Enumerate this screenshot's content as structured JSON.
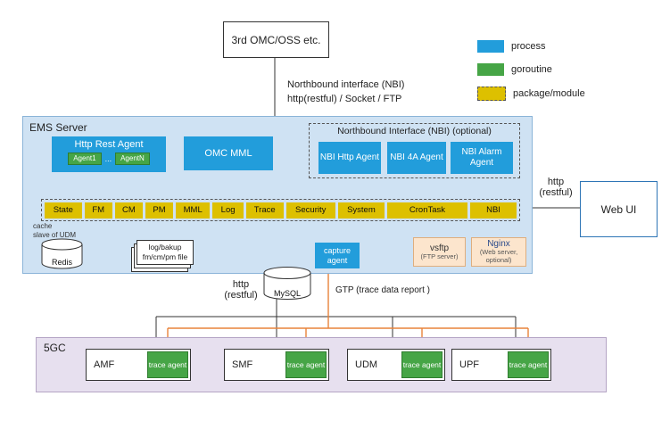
{
  "colors": {
    "process_blue": "#229ddb",
    "goroutine_green": "#46a546",
    "package_yellow": "#ddc000",
    "gtp_orange": "#e8833a",
    "ems_background": "#cfe2f3",
    "core_background": "#e7e0ef",
    "server_box_orange": "#fce5cd"
  },
  "top_box": {
    "label": "3rd OMC/OSS etc."
  },
  "legend": {
    "items": [
      {
        "type": "process",
        "label": "process"
      },
      {
        "type": "goroutine",
        "label": "goroutine"
      },
      {
        "type": "package",
        "label": "package/module"
      }
    ]
  },
  "nbi_link": {
    "line1": "Northbound interface (NBI)",
    "line2": "http(restful) / Socket / FTP"
  },
  "ems": {
    "title": "EMS Server",
    "http_rest_agent": {
      "label": "Http Rest Agent",
      "agents": [
        "Agent1",
        "...",
        "AgentN"
      ]
    },
    "omc_mml": "OMC MML",
    "nbi_group": {
      "title": "Northbound Interface (NBI)  (optional)",
      "agents": [
        "NBI Http Agent",
        "NBI 4A Agent",
        "NBI Alarm Agent"
      ]
    },
    "modules": [
      "State",
      "FM",
      "CM",
      "PM",
      "MML",
      "Log",
      "Trace",
      "Security",
      "System",
      "CronTask",
      "NBI"
    ],
    "redis": {
      "label": "Redis",
      "note": "cache\nslave of UDM"
    },
    "files": {
      "line1": "log/bakup",
      "line2": "fm/cm/pm file"
    },
    "mysql": {
      "label": "MySQL"
    },
    "capture_agent": {
      "label": "capture agent"
    },
    "vsftp": {
      "name": "vsftp",
      "desc": "(FTP server)"
    },
    "nginx": {
      "name": "Nginx",
      "desc": "(Web server, optional)"
    }
  },
  "web_ui": {
    "label": "Web UI"
  },
  "east_link": {
    "label": "http\n(restful)"
  },
  "south_link": {
    "label": "http\n(restful)"
  },
  "gtp": {
    "label": "GTP  (trace data report )"
  },
  "core": {
    "title": "5GC",
    "nfs": [
      {
        "name": "AMF",
        "agent": "trace agent"
      },
      {
        "name": "SMF",
        "agent": "trace agent"
      },
      {
        "name": "UDM",
        "agent": "trace agent"
      },
      {
        "name": "UPF",
        "agent": "trace agent"
      }
    ]
  }
}
